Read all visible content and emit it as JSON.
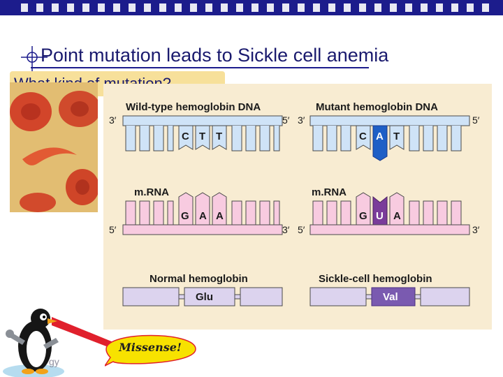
{
  "slide": {
    "title": "Point mutation leads to Sickle cell anemia",
    "question": "What kind of mutation?",
    "callout": "Missense!",
    "footer_text": "gy"
  },
  "diagram": {
    "wild_label": "Wild-type hemoglobin DNA",
    "mutant_label": "Mutant hemoglobin DNA",
    "prime3": "3′",
    "prime5": "5′",
    "mrna_label": "m.RNA",
    "wild_dna_bases": [
      "C",
      "T",
      "T"
    ],
    "mutant_dna_bases": [
      "C",
      "A",
      "T"
    ],
    "wild_mrna_bases": [
      "G",
      "A",
      "A"
    ],
    "mutant_mrna_bases": [
      "G",
      "U",
      "A"
    ],
    "normal_label": "Normal hemoglobin",
    "sickle_label": "Sickle-cell hemoglobin",
    "normal_aa": "Glu",
    "sickle_aa": "Val"
  },
  "colors": {
    "brand_blue": "#1c1c8c",
    "panel_bg": "#f8ecd2",
    "dna_blue": "#cfe3f7",
    "mrna_pink": "#f8cbe0",
    "mutation_blue": "#1f5fc6",
    "mutation_purple": "#7a3c9a",
    "protein_lilac": "#dcd3ee",
    "val_purple": "#7a5ab0",
    "question_bg": "#f7e09a",
    "callout_arrow": "#e0202c"
  },
  "icons": [
    "crosshair-icon",
    "penguin-mascot",
    "red-blood-cells-photo"
  ]
}
